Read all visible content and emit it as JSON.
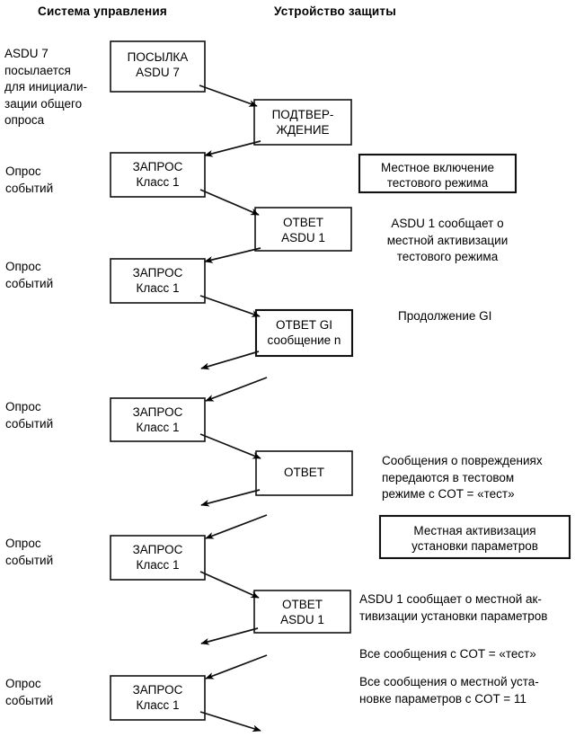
{
  "diagram": {
    "title_left": "Система управления",
    "title_right": "Устройство защиты",
    "left_notes": [
      {
        "id": "note-asdu7",
        "lines": [
          "ASDU 7",
          "посылается",
          "для инициали-",
          "зации общего",
          "опроса"
        ]
      },
      {
        "id": "note-poll-1",
        "lines": [
          "Опрос",
          "событий"
        ]
      },
      {
        "id": "note-poll-2",
        "lines": [
          "Опрос",
          "событий"
        ]
      },
      {
        "id": "note-poll-3",
        "lines": [
          "Опрос",
          "событий"
        ]
      },
      {
        "id": "note-poll-4",
        "lines": [
          "Опрос",
          "событий"
        ]
      },
      {
        "id": "note-poll-5",
        "lines": [
          "Опрос",
          "событий"
        ]
      }
    ],
    "boxes": [
      {
        "id": "box-send-asdu7",
        "lines": [
          "ПОСЫЛКА",
          "ASDU 7"
        ]
      },
      {
        "id": "box-confirm",
        "lines": [
          "ПОДТВЕР-",
          "ЖДЕНИЕ"
        ]
      },
      {
        "id": "box-request-1",
        "lines": [
          "ЗАПРОС",
          "Класс 1"
        ]
      },
      {
        "id": "box-local-test",
        "lines": [
          "Местное включение",
          "тестового режима"
        ]
      },
      {
        "id": "box-answer-asdu1-1",
        "lines": [
          "ОТВЕТ",
          "ASDU 1"
        ]
      },
      {
        "id": "box-request-2",
        "lines": [
          "ЗАПРОС",
          "Класс 1"
        ]
      },
      {
        "id": "box-answer-gi",
        "lines": [
          "ОТВЕТ GI",
          "сообщение n"
        ]
      },
      {
        "id": "box-request-3",
        "lines": [
          "ЗАПРОС",
          "Класс 1"
        ]
      },
      {
        "id": "box-answer",
        "lines": [
          "ОТВЕТ"
        ]
      },
      {
        "id": "box-local-params",
        "lines": [
          "Местная активизация",
          "установки параметров"
        ]
      },
      {
        "id": "box-request-4",
        "lines": [
          "ЗАПРОС",
          "Класс 1"
        ]
      },
      {
        "id": "box-answer-asdu1-2",
        "lines": [
          "ОТВЕТ",
          "ASDU 1"
        ]
      },
      {
        "id": "box-request-5",
        "lines": [
          "ЗАПРОС",
          "Класс 1"
        ]
      }
    ],
    "right_notes": [
      {
        "id": "note-asdu1-test",
        "lines": [
          "ASDU 1 сообщает о",
          "местной активизации",
          "тестового режима"
        ]
      },
      {
        "id": "note-gi-cont",
        "lines": [
          "Продолжение GI"
        ]
      },
      {
        "id": "note-fault-msgs",
        "lines": [
          "Сообщения о повреждениях",
          "передаются в тестовом",
          "режиме с COT = «тест»"
        ]
      },
      {
        "id": "note-asdu1-param",
        "lines": [
          "ASDU 1 сообщает о местной ак-",
          "тивизации установки параметров"
        ]
      },
      {
        "id": "note-all-test",
        "lines": [
          "Все сообщения с COT = «тест»"
        ]
      },
      {
        "id": "note-all-param",
        "lines": [
          "Все сообщения о местной уста-",
          "новке параметров с COT = 11"
        ]
      }
    ],
    "colors": {
      "ink": "#000000",
      "paper": "#ffffff"
    }
  }
}
